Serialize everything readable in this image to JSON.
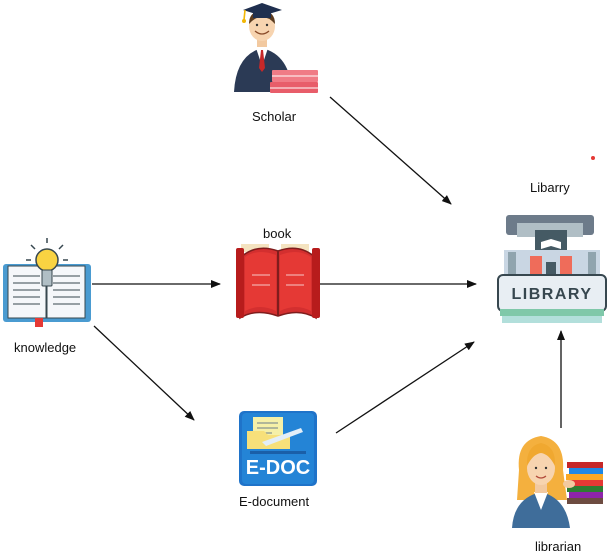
{
  "nodes": {
    "scholar": {
      "label": "Scholar",
      "icon": "scholar-icon"
    },
    "library": {
      "label": "Libarry",
      "icon": "library-building-icon",
      "sign_text": "LIBRARY"
    },
    "knowledge": {
      "label": "knowledge",
      "icon": "book-lightbulb-icon"
    },
    "book": {
      "label": "book",
      "icon": "open-book-icon"
    },
    "edocument": {
      "label": "E-document",
      "icon": "edoc-icon",
      "badge_text": "E-DOC"
    },
    "librarian": {
      "label": "librarian",
      "icon": "librarian-icon"
    }
  },
  "edges": [
    {
      "from": "scholar",
      "to": "library"
    },
    {
      "from": "knowledge",
      "to": "book"
    },
    {
      "from": "book",
      "to": "library"
    },
    {
      "from": "knowledge",
      "to": "edocument"
    },
    {
      "from": "edocument",
      "to": "library"
    },
    {
      "from": "librarian",
      "to": "library"
    }
  ],
  "colors": {
    "arrow": "#111111",
    "accent_dot": "#e53935"
  }
}
